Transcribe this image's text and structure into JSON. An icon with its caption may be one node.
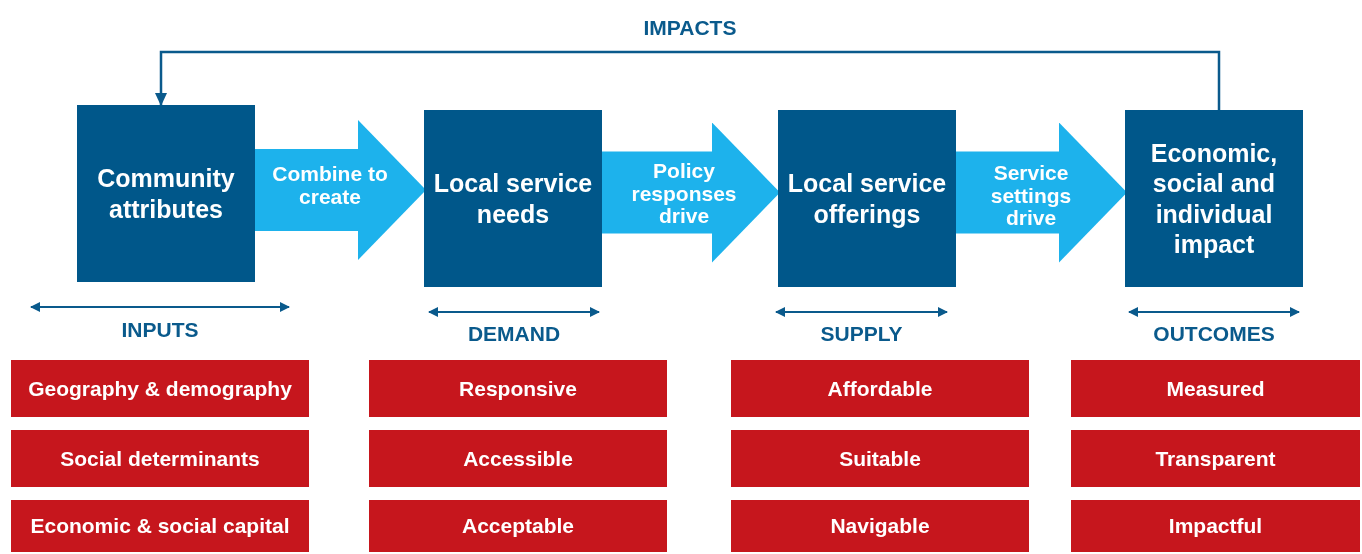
{
  "diagram": {
    "nodes": [
      {
        "text": [
          "Community attributes"
        ]
      },
      {
        "text": [
          "Local service needs"
        ]
      },
      {
        "text": [
          "Local service offerings"
        ]
      },
      {
        "text": [
          "Economic, social and individual impact"
        ]
      },
      {
        "text": [
          "Geography & demography"
        ]
      },
      {
        "text": [
          "Responsive"
        ]
      },
      {
        "text": [
          "Affordable"
        ]
      },
      {
        "text": [
          "Measured"
        ]
      },
      {
        "text": [
          "Social determinants"
        ]
      },
      {
        "text": [
          "Accessible"
        ]
      },
      {
        "text": [
          "Suitable"
        ]
      },
      {
        "text": [
          "Transparent"
        ]
      },
      {
        "text": [
          "Economic & social capital"
        ]
      },
      {
        "text": [
          "Acceptable"
        ]
      },
      {
        "text": [
          "Navigable"
        ]
      },
      {
        "text": [
          "Impactful"
        ]
      }
    ],
    "edges": [
      {
        "from": 0,
        "to": 1,
        "arrow": "to",
        "label": "Combine to create"
      },
      {
        "from": 1,
        "to": 2,
        "arrow": "to",
        "label": "Policy responses drive"
      },
      {
        "from": 2,
        "to": 3,
        "arrow": "to",
        "label": "Service settings drive"
      },
      {
        "from": 3,
        "to": 0,
        "arrow": "to",
        "label": "IMPACTS",
        "color": "#0a5a8c"
      }
    ],
    "labels": [
      "INPUTS",
      "DEMAND",
      "SUPPLY",
      "OUTCOMES"
    ]
  }
}
